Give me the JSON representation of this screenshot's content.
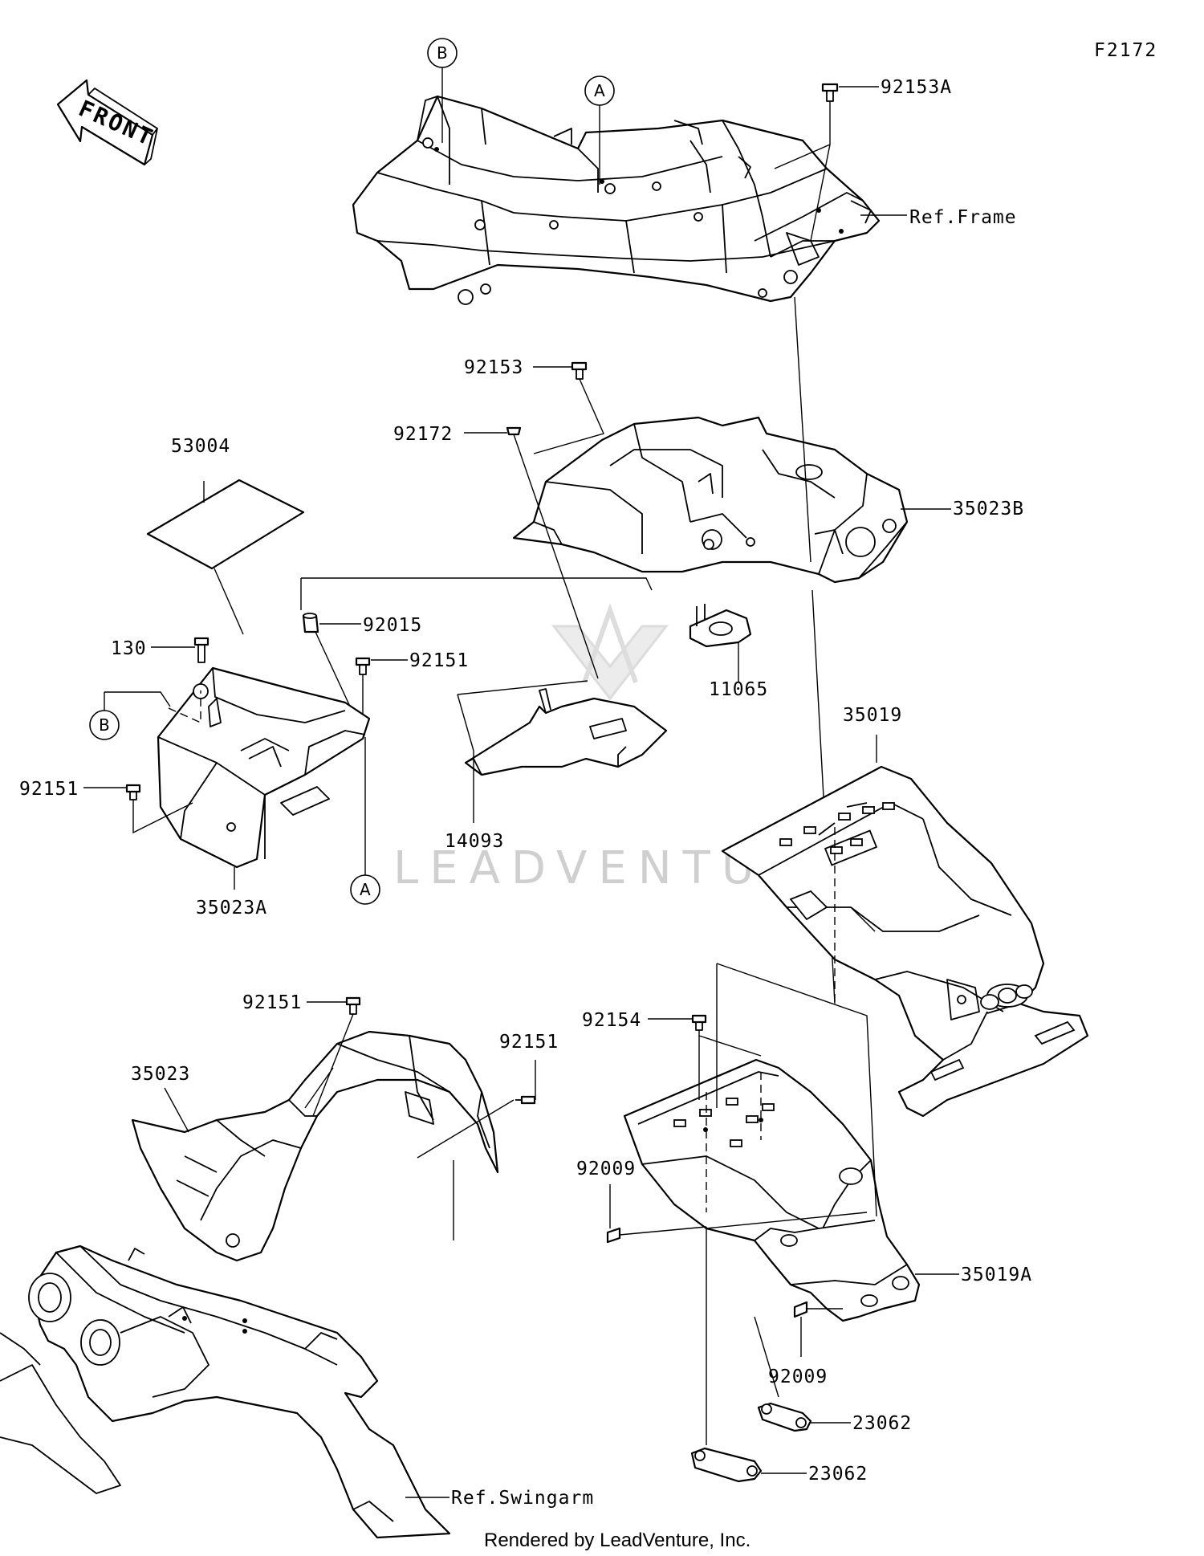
{
  "figure_id": "F2172",
  "front_label": "FRONT",
  "watermark": "LEADVENTURE",
  "footer": "Rendered by LeadVenture, Inc.",
  "refs": {
    "A": "A",
    "B": "B"
  },
  "parts": {
    "p92153A": "92153A",
    "ref_frame": "Ref.Frame",
    "p92153": "92153",
    "p92172": "92172",
    "p35023B": "35023B",
    "p53004": "53004",
    "p92015": "92015",
    "p130": "130",
    "p92151_a": "92151",
    "p11065": "11065",
    "p35019": "35019",
    "p92151_b": "92151",
    "p14093": "14093",
    "p35023A": "35023A",
    "p92151_c": "92151",
    "p92151_d": "92151",
    "p35023": "35023",
    "p92154": "92154",
    "p92009_a": "92009",
    "p35019A": "35019A",
    "p92009_b": "92009",
    "p23062_a": "23062",
    "p23062_b": "23062",
    "ref_swingarm": "Ref.Swingarm"
  }
}
